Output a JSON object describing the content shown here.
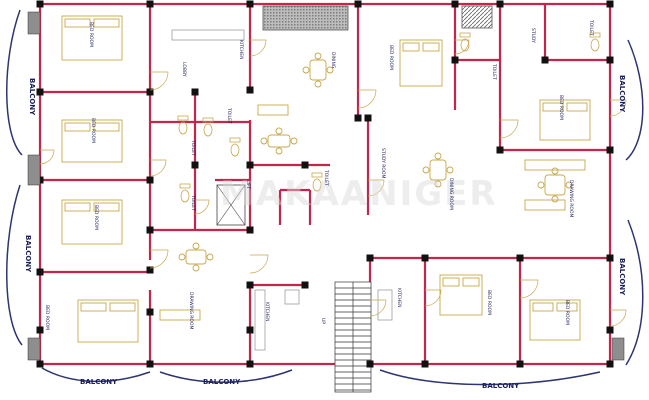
{
  "plan": {
    "balcony_labels": {
      "left_top": "BALCONY",
      "left_bottom": "BALCONY",
      "right_top": "BALCONY",
      "right_bottom": "BALCONY",
      "bottom_left": "BALCONY",
      "bottom_center": "BALCONY",
      "bottom_right": "BALCONY"
    },
    "rooms": {
      "bed_top_left": "BED ROOM",
      "bed_mid_left": "BED ROOM",
      "bed_low_left": "BED ROOM",
      "bed_bottom_left": "BED ROOM",
      "bed_top_center": "BED ROOM",
      "bed_right": "BED ROOM",
      "bed_bottom_center": "BED ROOM",
      "bed_bottom_right": "BED ROOM",
      "kitchen_top": "KITCHEN",
      "kitchen_bottom_left": "KITCHEN",
      "kitchen_bottom_right": "KITCHEN",
      "lobby": "LOBBY",
      "dining_top": "DINING",
      "dining_mid": "DINING ROOM",
      "drawing_left": "DRAWING ROOM",
      "drawing_right": "DRAWING ROOM",
      "study_mid": "STUDY ROOM",
      "study_top_right": "STUDY",
      "toilet_1": "TOILET",
      "toilet_2": "TOILET",
      "toilet_3": "TOILET",
      "toilet_4": "TOILET",
      "toilet_5": "TOILET",
      "toilet_6": "TOILET",
      "lift": "LIFT",
      "up": "UP"
    },
    "watermark": "MAKAANIGER"
  }
}
